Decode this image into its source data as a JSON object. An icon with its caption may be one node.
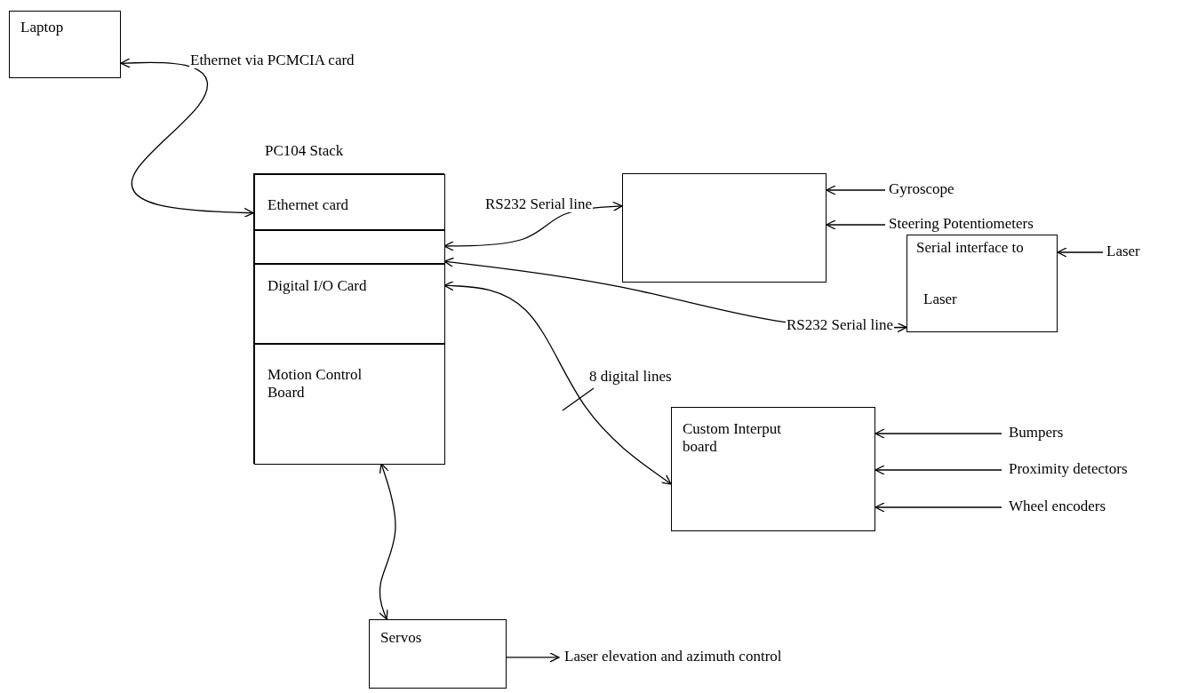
{
  "diagram": {
    "nodes": [
      {
        "text": [
          "Laptop"
        ]
      },
      {
        "text": [
          "PC104 Stack"
        ]
      },
      {
        "text": [
          "Ethernet card"
        ],
        "in": 1
      },
      {
        "text": [],
        "shape": "box",
        "in": 1
      },
      {
        "text": [
          "Digital I/O Card"
        ],
        "in": 1
      },
      {
        "text": [
          "Motion Control Board"
        ],
        "in": 1
      },
      {
        "text": [],
        "shape": "box"
      },
      {
        "text": [
          "Gyroscope"
        ]
      },
      {
        "text": [
          "Steering Potentiometers"
        ]
      },
      {
        "text": [
          "Serial interface to",
          "Laser"
        ]
      },
      {
        "text": [
          "Laser"
        ]
      },
      {
        "text": [
          "Custom Interput board"
        ]
      },
      {
        "text": [
          "Bumpers"
        ]
      },
      {
        "text": [
          "Proximity detectors"
        ]
      },
      {
        "text": [
          "Wheel encoders"
        ]
      },
      {
        "text": [
          "Servos"
        ]
      },
      {
        "text": [
          "Laser elevation and azimuth control"
        ]
      }
    ],
    "edges": [
      {
        "from": 0,
        "to": 2,
        "arrow": "both",
        "label": "Ethernet via PCMCIA card"
      },
      {
        "from": 3,
        "to": 6,
        "arrow": "both",
        "label": "RS232 Serial line"
      },
      {
        "from": 3,
        "to": 9,
        "arrow": "both",
        "label": "RS232 Serial line"
      },
      {
        "from": 4,
        "to": 11,
        "arrow": "both",
        "label": "8 digital lines"
      },
      {
        "from": 1,
        "to": 15,
        "arrow": "both"
      },
      {
        "from": 7,
        "to": 6,
        "arrow": "to"
      },
      {
        "from": 8,
        "to": 6,
        "arrow": "to"
      },
      {
        "from": 10,
        "to": 9,
        "arrow": "to"
      },
      {
        "from": 12,
        "to": 11,
        "arrow": "to"
      },
      {
        "from": 13,
        "to": 11,
        "arrow": "to"
      },
      {
        "from": 14,
        "to": 11,
        "arrow": "to"
      },
      {
        "from": 15,
        "to": 16,
        "arrow": "to"
      }
    ]
  }
}
